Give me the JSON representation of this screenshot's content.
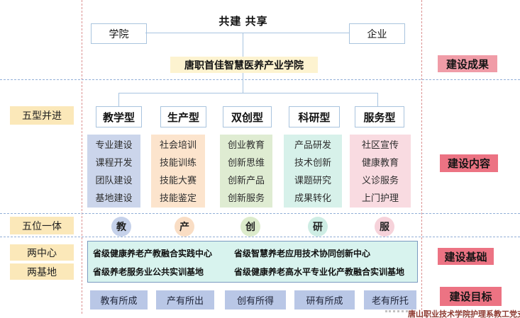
{
  "header": {
    "slogan": "共建 共享",
    "college": "学院",
    "enterprise": "企业",
    "title": "唐职首佳智慧医养产业学院"
  },
  "left_labels": {
    "five_types": "五型并进",
    "five_in_one": "五位一体",
    "two_centers": "两中心",
    "two_bases": "两基地"
  },
  "right_labels": {
    "achievements": "建设成果",
    "content": "建设内容",
    "foundation": "建设基础",
    "goals": "建设目标"
  },
  "pillars": [
    {
      "title": "教学型",
      "items": [
        "专业建设",
        "课程开发",
        "团队建设",
        "基地建设"
      ],
      "circle": "教",
      "goal": "教有所成"
    },
    {
      "title": "生产型",
      "items": [
        "社会培训",
        "技能训练",
        "技能大赛",
        "技能鉴定"
      ],
      "circle": "产",
      "goal": "产有所出"
    },
    {
      "title": "双创型",
      "items": [
        "创业教育",
        "创新思维",
        "创新产品",
        "创新服务"
      ],
      "circle": "创",
      "goal": "创有所得"
    },
    {
      "title": "科研型",
      "items": [
        "产品研发",
        "技术创新",
        "课题研究",
        "成果转化"
      ],
      "circle": "研",
      "goal": "研有所成"
    },
    {
      "title": "服务型",
      "items": [
        "社区宣传",
        "健康教育",
        "义诊服务",
        "上门护理"
      ],
      "circle": "服",
      "goal": "老有所托"
    }
  ],
  "foundation": {
    "items": [
      "省级健康养老产教融合实践中心",
      "省级智慧养老应用技术协同创新中心",
      "省级养老服务业公共实训基地",
      "省级健康养老高水平专业化产教融合实训基地"
    ]
  },
  "footer": {
    "credit": "唐山职业技术学院护理系教工党支部"
  },
  "colors": {
    "accent_yellow": "#FBE8B9",
    "title_yellow": "#FDF3D0",
    "label_pink_light": "#F09CA7",
    "label_pink_strong": "#EC7383",
    "pillar_blue": "#CBD5EB",
    "pillar_peach": "#FCE4CD",
    "pillar_green": "#DFECD2",
    "pillar_teal": "#D7F1EA",
    "pillar_pink": "#F9DBE1",
    "goal_blue": "#B9C7E6",
    "foundation_bg": "#D8F3EE",
    "connector_blue": "#A8C4E0",
    "guide_red": "#DB9090",
    "guide_blue": "#92AFD7",
    "credit_red": "#8E3A31"
  }
}
